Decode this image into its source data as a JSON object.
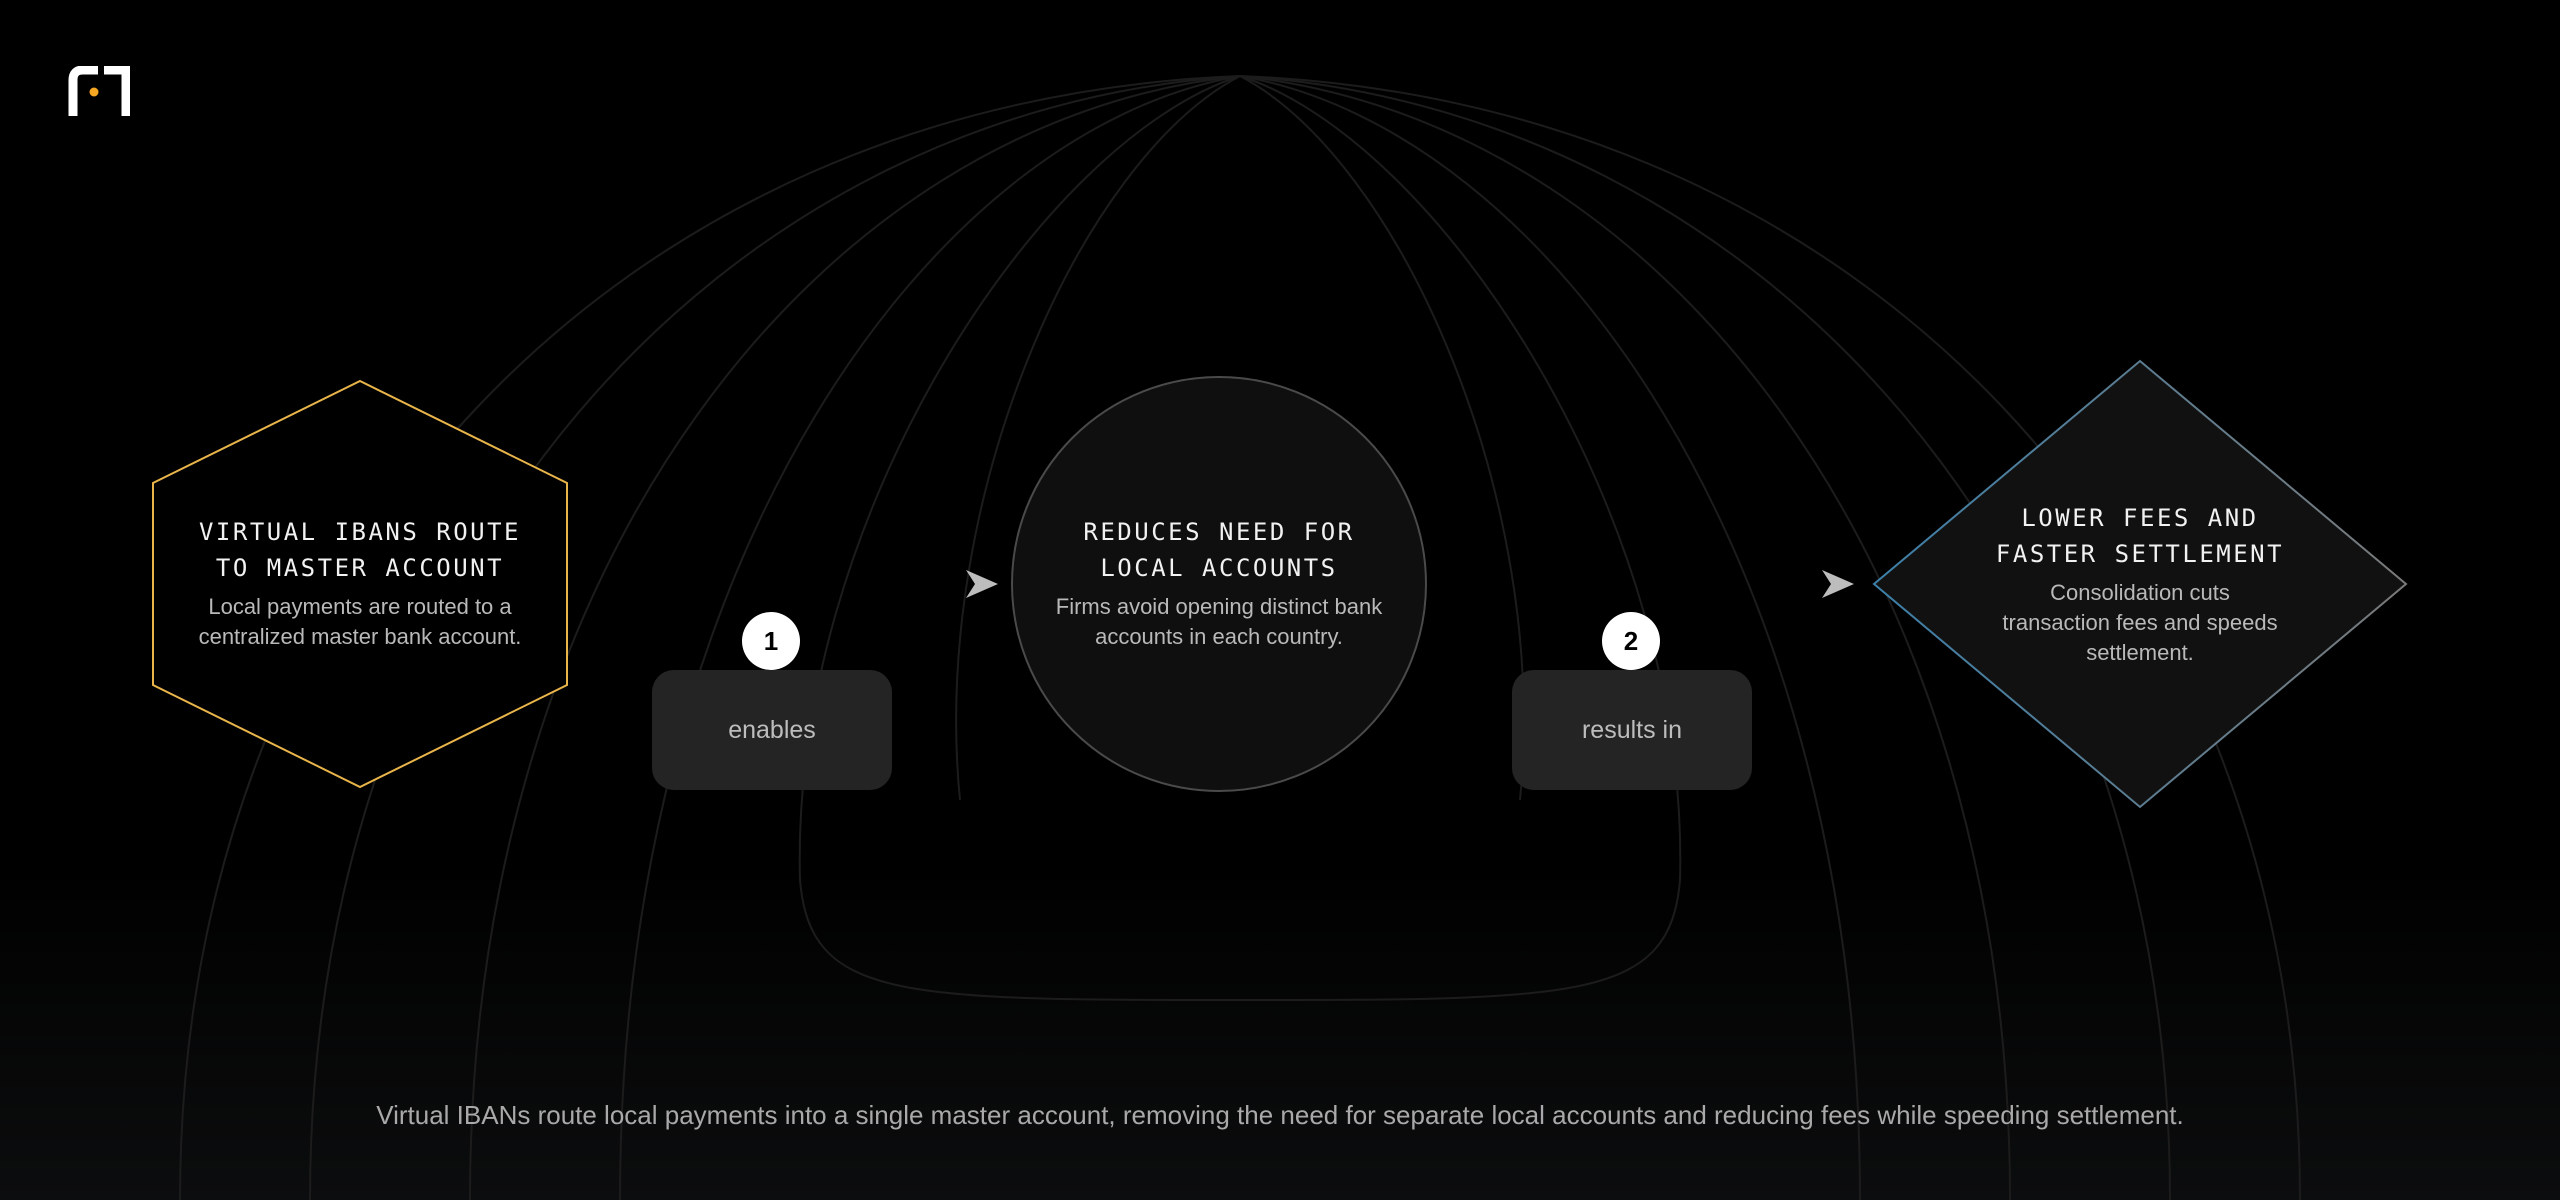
{
  "colors": {
    "background": "#000000",
    "node1_stroke": "#e9b54a",
    "node2_stroke": "#4a4a4a",
    "node3_stroke_start": "#3d7fa8",
    "node3_stroke_end": "#8a8a8a",
    "arrow": "#bdbdbd",
    "logo_accent": "#f5a623"
  },
  "logo": {
    "icon": "brand-logo-icon"
  },
  "nodes": [
    {
      "id": "node1",
      "shape": "hexagon",
      "title_line1": "VIRTUAL IBANS ROUTE",
      "title_line2": "TO MASTER ACCOUNT",
      "desc_line1": "Local payments are routed to a",
      "desc_line2": "centralized master bank account."
    },
    {
      "id": "node2",
      "shape": "circle",
      "title_line1": "REDUCES NEED FOR",
      "title_line2": "LOCAL ACCOUNTS",
      "desc_line1": "Firms avoid opening distinct bank",
      "desc_line2": "accounts in each country."
    },
    {
      "id": "node3",
      "shape": "diamond",
      "title_line1": "LOWER FEES AND",
      "title_line2": "FASTER SETTLEMENT",
      "desc_line1": "Consolidation cuts",
      "desc_line2": "transaction fees and speeds",
      "desc_line3": "settlement."
    }
  ],
  "edges": [
    {
      "from": "node1",
      "to": "node2",
      "step": "1",
      "label": "enables"
    },
    {
      "from": "node2",
      "to": "node3",
      "step": "2",
      "label": "results in"
    }
  ],
  "caption": "Virtual IBANs route local payments into a single master account, removing the need for separate local accounts and reducing fees while speeding settlement."
}
